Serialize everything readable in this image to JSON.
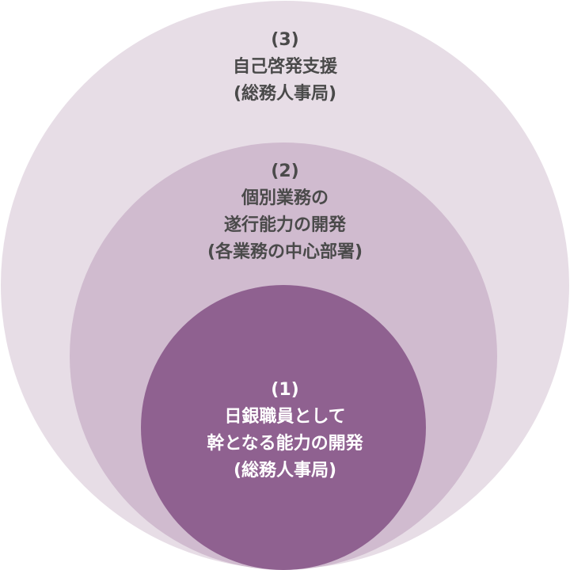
{
  "colors": {
    "outer": "#e7dde6",
    "middle": "#d0bbcf",
    "inner": "#8f6190",
    "text_dark": "#4a4a4a",
    "text_light": "#ffffff"
  },
  "outer": {
    "number": "(3)",
    "lines": [
      "自己啓発支援",
      "(総務人事局)"
    ]
  },
  "middle": {
    "number": "(2)",
    "lines": [
      "個別業務の",
      "遂行能力の開発",
      "(各業務の中心部署)"
    ]
  },
  "inner": {
    "number": "(1)",
    "lines": [
      "日銀職員として",
      "幹となる能力の開発",
      "(総務人事局)"
    ]
  }
}
